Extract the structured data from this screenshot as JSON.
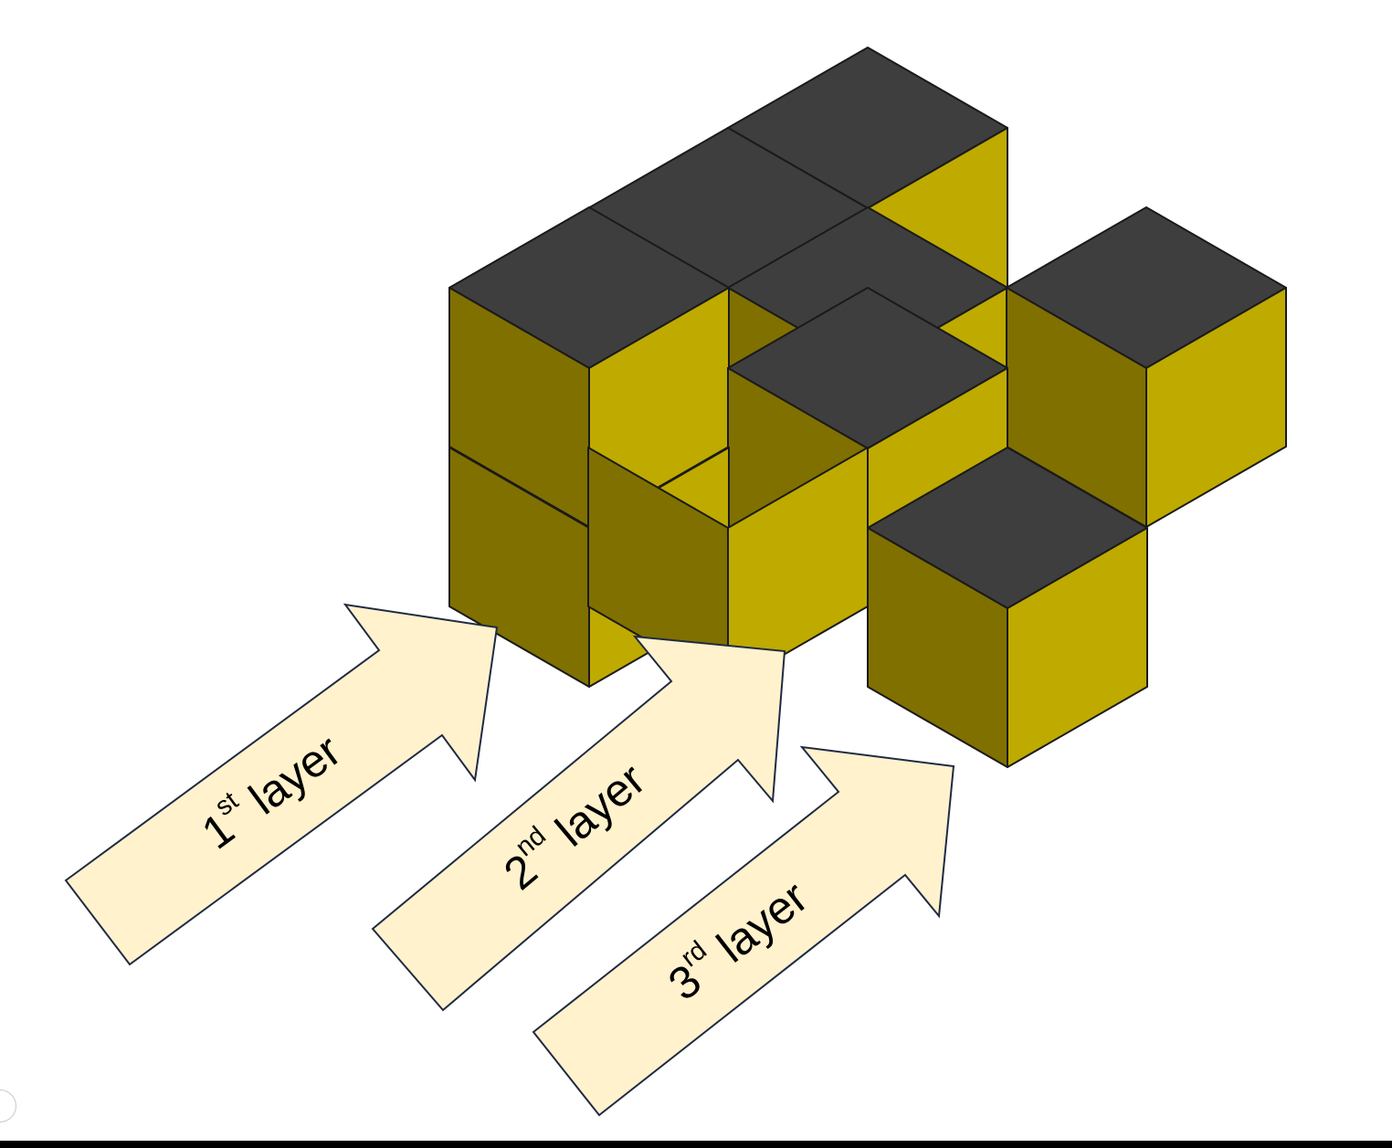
{
  "colors": {
    "top": "#3e3e3e",
    "left": "#807000",
    "right": "#bfaa00",
    "edge": "#1a1a1a",
    "arrow_fill": "#fff2cc",
    "arrow_stroke": "#1f2a44"
  },
  "cubes": [
    {
      "id": "top-layer-back",
      "column": "back",
      "level": 2
    },
    {
      "id": "top-layer-middle",
      "column": "middle",
      "level": 2
    },
    {
      "id": "top-layer-front",
      "column": "front",
      "level": 2
    },
    {
      "id": "middle-layer-back",
      "column": "back",
      "level": 2
    },
    {
      "id": "middle-layer-front",
      "column": "front",
      "level": 2
    },
    {
      "id": "side-back",
      "column": "back",
      "level": 1
    },
    {
      "id": "side-front",
      "column": "front",
      "level": 1
    }
  ],
  "arrows": [
    {
      "num": "1",
      "sup": "st",
      "word": "layer"
    },
    {
      "num": "2",
      "sup": "nd",
      "word": "layer"
    },
    {
      "num": "3",
      "sup": "rd",
      "word": "layer"
    }
  ]
}
